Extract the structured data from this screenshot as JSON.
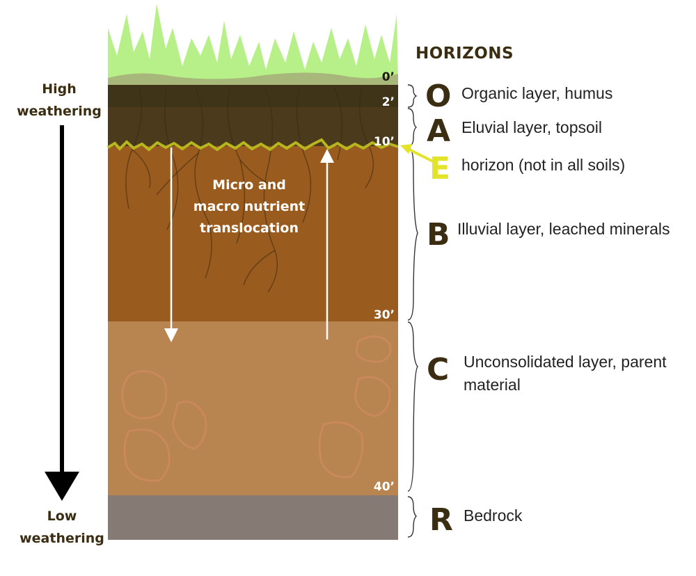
{
  "heading": "HORIZONS",
  "horizons": [
    {
      "letter": "O",
      "description": "Organic layer, humus"
    },
    {
      "letter": "A",
      "description": "Eluvial layer, topsoil"
    },
    {
      "letter": "E",
      "description": "horizon (not in all soils)"
    },
    {
      "letter": "B",
      "description": "Illuvial layer, leached minerals"
    },
    {
      "letter": "C",
      "description_line1": "Unconsolidated layer, parent",
      "description_line2": "material"
    },
    {
      "letter": "R",
      "description": "Bedrock"
    }
  ],
  "depths": [
    "0’",
    "2’",
    "10’",
    "30’",
    "40’"
  ],
  "weathering": {
    "high_line1": "High",
    "high_line2": "weathering",
    "low_line1": "Low",
    "low_line2": "weathering"
  },
  "translocation": {
    "line1": "Micro and",
    "line2": "macro nutrient",
    "line3": "translocation"
  },
  "colors": {
    "grass": "#b7f088",
    "organic": "#3f3318",
    "topsoil": "#4b3a1b",
    "e_horizon": "#b8b51e",
    "subsoil": "#9a5c1e",
    "parent_material": "#b8844f",
    "bedrock": "#857b74",
    "e_label": "#e3e32a",
    "text_dark": "#3b2d12"
  }
}
